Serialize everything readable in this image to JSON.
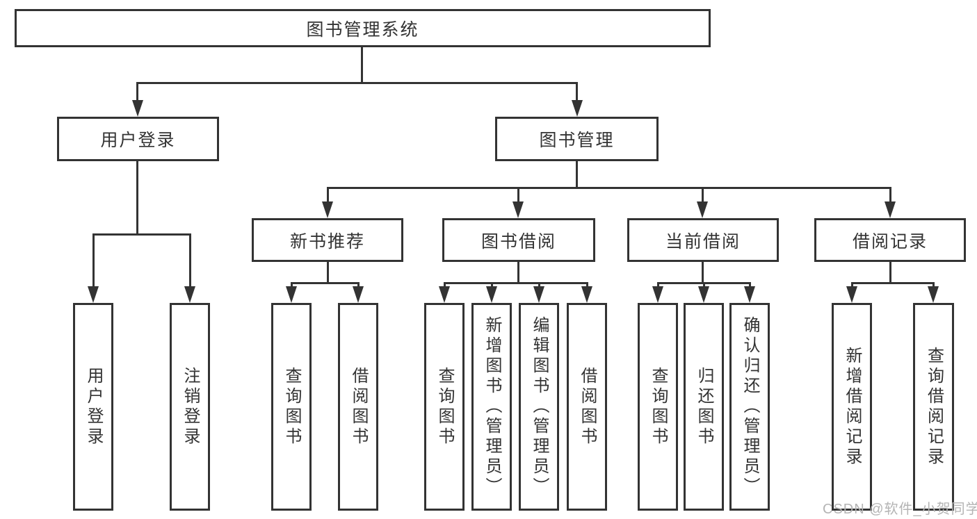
{
  "diagram": {
    "root": {
      "label": "图书管理系统"
    },
    "level2": {
      "user_login": {
        "label": "用户登录"
      },
      "book_mgmt": {
        "label": "图书管理"
      }
    },
    "level3": {
      "new_books": {
        "label": "新书推荐"
      },
      "book_borrow": {
        "label": "图书借阅"
      },
      "current_borrow": {
        "label": "当前借阅"
      },
      "borrow_records": {
        "label": "借阅记录"
      }
    },
    "leaves": {
      "user_login": [
        "用户登录",
        "注销登录"
      ],
      "new_books": [
        "查询图书",
        "借阅图书"
      ],
      "book_borrow": [
        "查询图书",
        "新增图书（管理员）",
        "编辑图书（管理员）",
        "借阅图书"
      ],
      "current_borrow": [
        "查询图书",
        "归还图书",
        "确认归还（管理员）"
      ],
      "borrow_records": [
        "新增借阅记录",
        "查询借阅记录"
      ]
    }
  },
  "watermark": "CSDN @软件_小贺同学",
  "colors": {
    "line": "#333333",
    "text": "#333333",
    "watermark": "#b4b4b4",
    "background": "#ffffff"
  }
}
